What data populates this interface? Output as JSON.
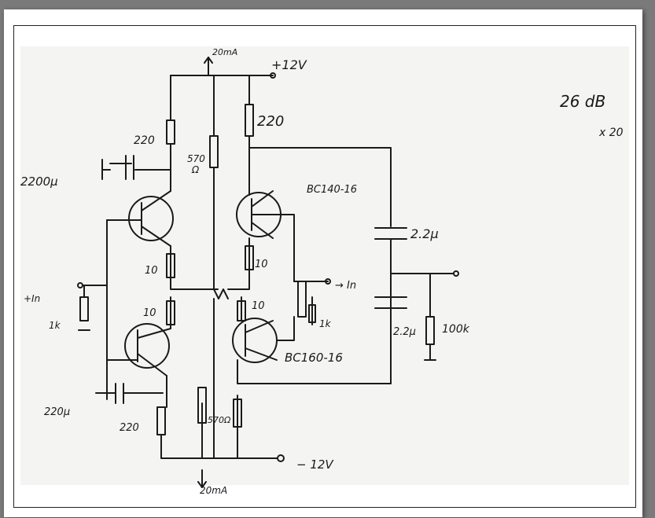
{
  "labels": {
    "top_current": "20mA",
    "pos_supply": "+12V",
    "r_top_left": "220",
    "r_top_right": "220",
    "cap_left_top": "2200µ",
    "r_mid_top": "570",
    "r_mid_top_unit": "Ω",
    "transistor_top": "BC140-16",
    "r_emitter_tl": "10",
    "r_emitter_tr": "10",
    "input": "+In",
    "r_input": "1k",
    "output_tap": "→ In",
    "r_1k": "1k",
    "cap_out_top": "2.2µ",
    "cap_out_bottom": "2.2µ",
    "r_load": "100k",
    "r_emitter_bl": "10",
    "r_emitter_br": "10",
    "transistor_bottom": "BC160-16",
    "cap_left_bottom": "220µ",
    "r_bot_left": "220",
    "r_mid_bot": "570Ω",
    "neg_supply": "− 12V",
    "bottom_current": "20mA",
    "gain_db": "26 dB",
    "gain_x": "x 20"
  }
}
